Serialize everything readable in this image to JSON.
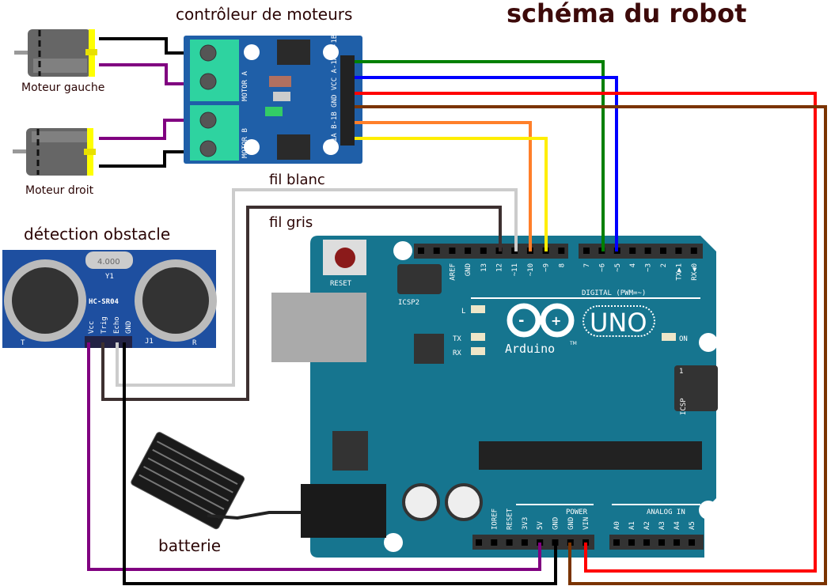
{
  "title": "schéma du robot",
  "controller": {
    "label": "contrôleur de moteurs",
    "motor_a": "MOTOR A",
    "motor_b": "MOTOR B",
    "pins": "B-1A B-1B GND VCC A-1A A-1B"
  },
  "motors": {
    "left": "Moteur gauche",
    "right": "Moteur droit"
  },
  "sensor": {
    "label": "détection obstacle",
    "model": "HC-SR04",
    "crystal": "4.000",
    "pins": [
      "Vcc",
      "Trig",
      "Echo",
      "GND"
    ],
    "t": "T",
    "r": "R",
    "y1": "Y1",
    "j1": "J1"
  },
  "wires": {
    "white": "fil blanc",
    "gray": "fil gris"
  },
  "battery": {
    "label": "batterie"
  },
  "arduino": {
    "reset": "RESET",
    "icsp2": "ICSP2",
    "icsp": "ICSP",
    "icsp_pin1": "1",
    "led_l": "L",
    "led_tx": "TX",
    "led_rx": "RX",
    "led_on": "ON",
    "brand": "Arduino",
    "tm": "TM",
    "model": "UNO",
    "digital_label": "DIGITAL (PWM=~)",
    "digital_left": [
      "",
      "",
      "AREF",
      "GND",
      "13",
      "12",
      "~11",
      "~10",
      "~9",
      "8"
    ],
    "digital_right": [
      "7",
      "~6",
      "~5",
      "4",
      "~3",
      "2",
      "TX▶1",
      "RX◀0"
    ],
    "power_label": "POWER",
    "power_pins": [
      "",
      "IOREF",
      "RESET",
      "3V3",
      "5V",
      "GND",
      "GND",
      "VIN"
    ],
    "analog_label": "ANALOG IN",
    "analog_pins": [
      "A0",
      "A1",
      "A2",
      "A3",
      "A4",
      "A5"
    ]
  },
  "colors": {
    "title": "#3d0a0a",
    "board": "#16758f",
    "driver": "#1f5fa8",
    "terminal": "#2ed3a0",
    "green": "#008000",
    "blue": "#0000ff",
    "red": "#ff0000",
    "brown": "#7a3300",
    "orange": "#ff7f2a",
    "yellow": "#ffee00",
    "purple": "#800080",
    "black": "#000000",
    "white_wire": "#cccccc",
    "gray_wire": "#3d3030"
  }
}
